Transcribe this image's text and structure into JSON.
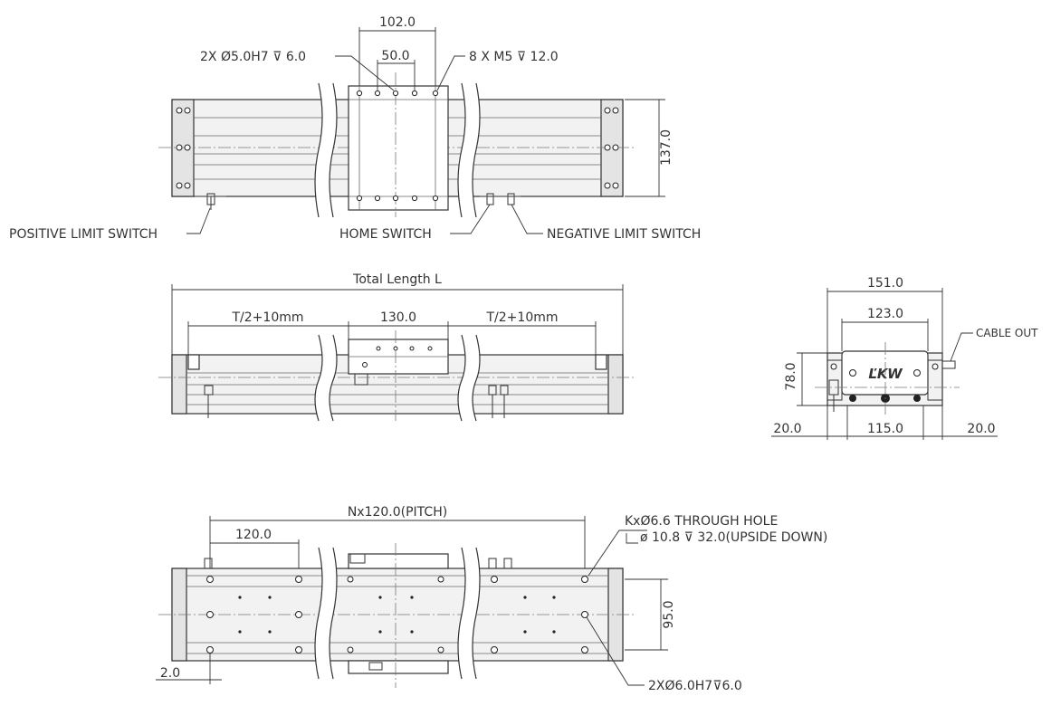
{
  "top_view": {
    "dim_102": "102.0",
    "dim_50": "50.0",
    "dim_137": "137.0",
    "label_dowel": "2X Ø5.0H7 ⊽ 6.0",
    "label_tap": "8 X  M5 ⊽ 12.0",
    "label_pos_limit": "POSITIVE LIMIT SWITCH",
    "label_home": "HOME SWITCH",
    "label_neg_limit": "NEGATIVE LIMIT SWITCH"
  },
  "side_view": {
    "total_length": "Total Length L",
    "travel_left": "T/2+10mm",
    "carriage": "130.0",
    "travel_right": "T/2+10mm"
  },
  "end_view": {
    "dim_151": "151.0",
    "dim_123": "123.0",
    "dim_78": "78.0",
    "dim_20_left": "20.0",
    "dim_115": "115.0",
    "dim_20_right": "20.0",
    "cable_out": "CABLE OUT",
    "logo": "ĽKW"
  },
  "bottom_view": {
    "pitch": "Nx120.0(PITCH)",
    "dim_120": "120.0",
    "through_hole": "KxØ6.6 THROUGH HOLE",
    "counterbore": "ø 10.8 ⊽ 32.0(UPSIDE DOWN)",
    "dim_95": "95.0",
    "dim_2": "2.0",
    "dowel_bottom": "2XØ6.0H7⊽6.0"
  }
}
